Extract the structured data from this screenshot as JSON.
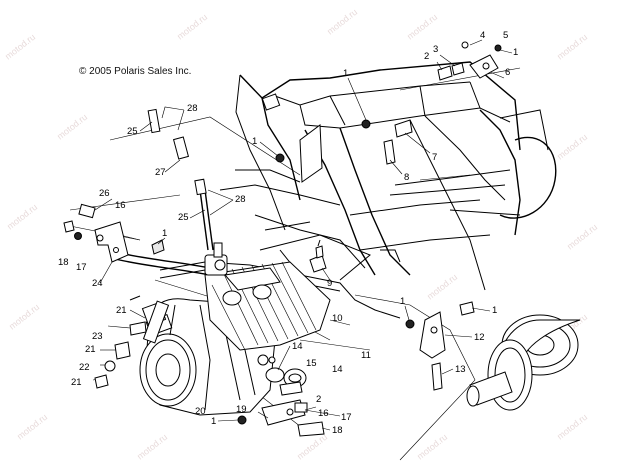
{
  "copyright": "© 2005 Polaris Sales Inc.",
  "watermark": "motod.ru",
  "callouts": [
    {
      "id": "c1a",
      "label": "1"
    },
    {
      "id": "c1b",
      "label": "1"
    },
    {
      "id": "c1c",
      "label": "1"
    },
    {
      "id": "c1d",
      "label": "1"
    },
    {
      "id": "c1e",
      "label": "1"
    },
    {
      "id": "c1f",
      "label": "1"
    },
    {
      "id": "c1g",
      "label": "1"
    },
    {
      "id": "c2a",
      "label": "2"
    },
    {
      "id": "c2b",
      "label": "2"
    },
    {
      "id": "c3",
      "label": "3"
    },
    {
      "id": "c4",
      "label": "4"
    },
    {
      "id": "c5",
      "label": "5"
    },
    {
      "id": "c6",
      "label": "6"
    },
    {
      "id": "c7",
      "label": "7"
    },
    {
      "id": "c8",
      "label": "8"
    },
    {
      "id": "c9",
      "label": "9"
    },
    {
      "id": "c10",
      "label": "10"
    },
    {
      "id": "c11",
      "label": "11"
    },
    {
      "id": "c12",
      "label": "12"
    },
    {
      "id": "c13",
      "label": "13"
    },
    {
      "id": "c14a",
      "label": "14"
    },
    {
      "id": "c14b",
      "label": "14"
    },
    {
      "id": "c15",
      "label": "15"
    },
    {
      "id": "c16a",
      "label": "16"
    },
    {
      "id": "c16b",
      "label": "16"
    },
    {
      "id": "c17a",
      "label": "17"
    },
    {
      "id": "c17b",
      "label": "17"
    },
    {
      "id": "c18a",
      "label": "18"
    },
    {
      "id": "c18b",
      "label": "18"
    },
    {
      "id": "c19",
      "label": "19"
    },
    {
      "id": "c20",
      "label": "20"
    },
    {
      "id": "c21a",
      "label": "21"
    },
    {
      "id": "c21b",
      "label": "21"
    },
    {
      "id": "c21c",
      "label": "21"
    },
    {
      "id": "c22",
      "label": "22"
    },
    {
      "id": "c23",
      "label": "23"
    },
    {
      "id": "c24",
      "label": "24"
    },
    {
      "id": "c25a",
      "label": "25"
    },
    {
      "id": "c25b",
      "label": "25"
    },
    {
      "id": "c26",
      "label": "26"
    },
    {
      "id": "c27",
      "label": "27"
    },
    {
      "id": "c28a",
      "label": "28"
    },
    {
      "id": "c28b",
      "label": "28"
    }
  ]
}
